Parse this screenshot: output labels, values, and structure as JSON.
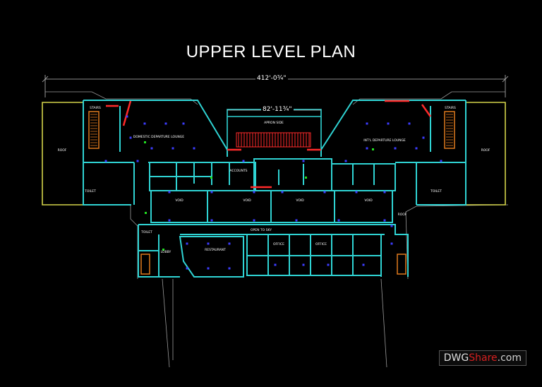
{
  "title": "UPPER LEVEL PLAN",
  "dimensions": {
    "overall_width": "412'-0¾\"",
    "apron_width": "82'-11¾\""
  },
  "rooms": {
    "apron_side": "APRON SIDE",
    "domestic_lounge": "DOMESTIC DEPARTURE LOUNGE",
    "intl_lounge": "INT'L DEPARTURE LOUNGE",
    "roof_left": "ROOF",
    "roof_right": "ROOF",
    "roof_mid": "ROOF",
    "void": "VOID",
    "restaurant": "RESTAURANT",
    "open_to_sky": "OPEN TO SKY",
    "lobby": "LOBBY",
    "toilet": "TOILET",
    "office": "OFFICE",
    "accounts": "ACCOUNTS",
    "stairs": "STAIRS"
  },
  "watermark": {
    "part1": "DWG",
    "part2": "Share",
    "part3": ".com"
  },
  "colors": {
    "wall": "#2fd3d3",
    "roof_outline": "#d4d44a",
    "stairs": "#e07a1e",
    "stair_red": "#ff2a2a",
    "door": "#e02020",
    "column": "#3d3dff",
    "grid": "#a8a8a8",
    "accent_green": "#22dd22"
  }
}
